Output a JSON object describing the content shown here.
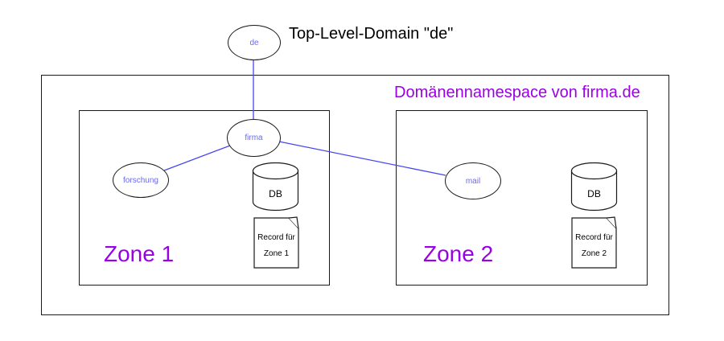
{
  "diagram": {
    "title": "Top-Level-Domain \"de\"",
    "namespace_title": "Domänennamespace von firma.de",
    "nodes": {
      "de": {
        "label": "de"
      },
      "firma": {
        "label": "firma"
      },
      "forschung": {
        "label": "forschung"
      },
      "mail": {
        "label": "mail"
      }
    },
    "edges": [
      {
        "from": "de",
        "to": "firma"
      },
      {
        "from": "firma",
        "to": "forschung"
      },
      {
        "from": "firma",
        "to": "mail"
      }
    ],
    "zones": [
      {
        "label": "Zone 1",
        "db_label": "DB",
        "record_line1": "Record für",
        "record_line2": "Zone 1"
      },
      {
        "label": "Zone 2",
        "db_label": "DB",
        "record_line1": "Record für",
        "record_line2": "Zone 2"
      }
    ],
    "colors": {
      "edge_blue": "#4646ee",
      "node_label_blue": "#6a6af2",
      "accent_purple": "#9a00e6",
      "outline_black": "#1a1a1a"
    }
  }
}
